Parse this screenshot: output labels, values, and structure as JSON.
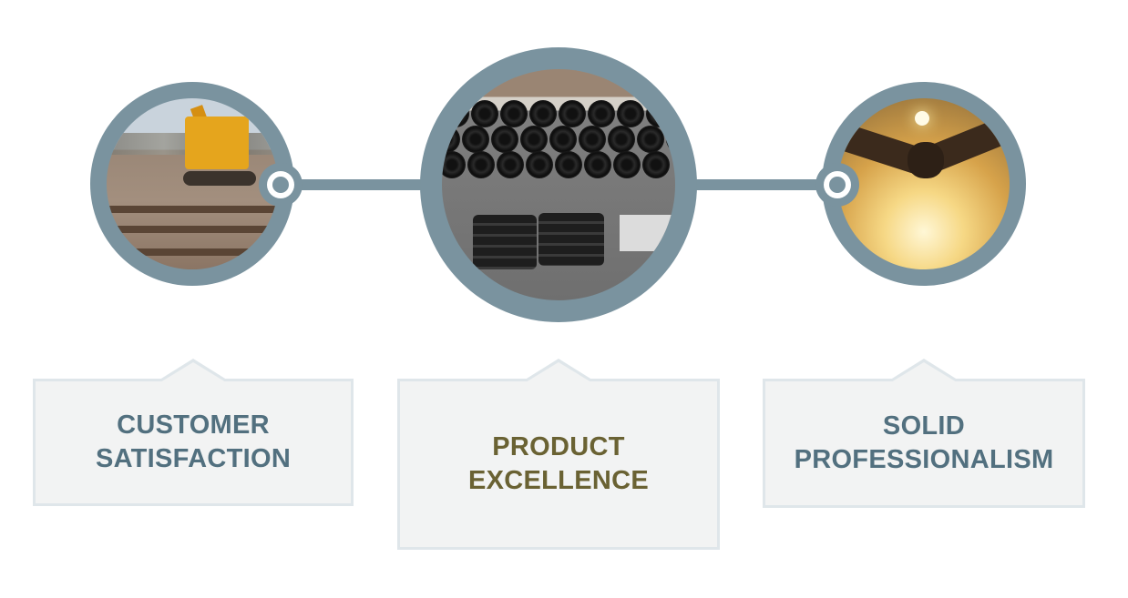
{
  "colors": {
    "ring": "#7a939f",
    "card_bg": "#f2f3f3",
    "card_border": "#dfe6ea",
    "text_blue": "#52707f",
    "text_olive": "#6a6233"
  },
  "items": [
    {
      "image": "trenching-excavator-field",
      "label_lines": [
        "CUSTOMER",
        "SATISFACTION"
      ]
    },
    {
      "image": "stacked-drainage-pipe-coils",
      "label_lines": [
        "PRODUCT",
        "EXCELLENCE"
      ]
    },
    {
      "image": "handshake-sunset",
      "label_lines": [
        "SOLID",
        "PROFESSIONALISM"
      ]
    }
  ]
}
